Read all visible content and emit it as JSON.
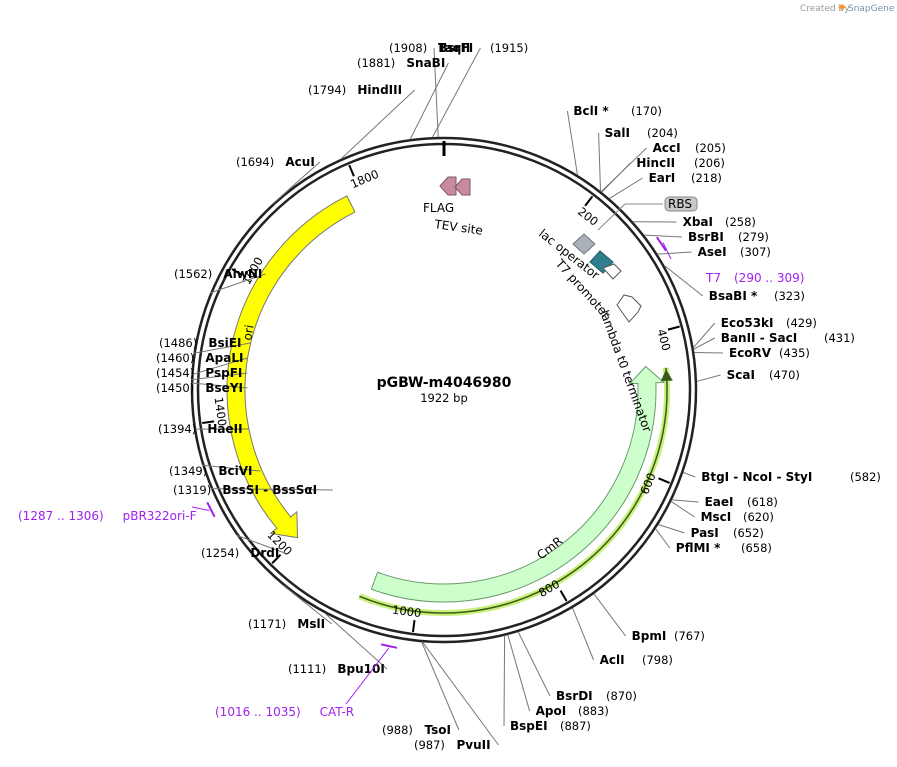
{
  "credit": {
    "prefix": "Created by",
    "brand": "SnapGene"
  },
  "plasmid": {
    "name": "pGBW-m4046980",
    "length_label": "1922 bp",
    "length": 1922
  },
  "ticks": [
    "200",
    "400",
    "600",
    "800",
    "1000",
    "1200",
    "1400",
    "1600",
    "1800"
  ],
  "sites": [
    {
      "name": "TaqII",
      "pos": "(1915)"
    },
    {
      "name": "BsrFI",
      "pos": "(1908)"
    },
    {
      "name": "SnaBI",
      "pos": "(1881)"
    },
    {
      "name": "HindIII",
      "pos": "(1794)"
    },
    {
      "name": "AcuI",
      "pos": "(1694)"
    },
    {
      "name": "AlwNI",
      "pos": "(1562)"
    },
    {
      "name": "BsiEI",
      "pos": "(1486)"
    },
    {
      "name": "ApaLI",
      "pos": "(1460)"
    },
    {
      "name": "PspFI",
      "pos": "(1454)"
    },
    {
      "name": "BseYI",
      "pos": "(1450)"
    },
    {
      "name": "HaeII",
      "pos": "(1394)"
    },
    {
      "name": "BciVI",
      "pos": "(1349)"
    },
    {
      "name": "BssSI - BssSαI",
      "pos": "(1319)"
    },
    {
      "name": "DrdI",
      "pos": "(1254)"
    },
    {
      "name": "MslI",
      "pos": "(1171)"
    },
    {
      "name": "Bpu10I",
      "pos": "(1111)"
    },
    {
      "name": "TsoI",
      "pos": "(988)"
    },
    {
      "name": "PvuII",
      "pos": "(987)"
    },
    {
      "name": "BspEI",
      "pos": "(887)"
    },
    {
      "name": "ApoI",
      "pos": "(883)"
    },
    {
      "name": "BsrDI",
      "pos": "(870)"
    },
    {
      "name": "AclI",
      "pos": "(798)"
    },
    {
      "name": "BpmI",
      "pos": "(767)"
    },
    {
      "name": "PflMI *",
      "pos": "(658)"
    },
    {
      "name": "PasI",
      "pos": "(652)"
    },
    {
      "name": "MscI",
      "pos": "(620)"
    },
    {
      "name": "EaeI",
      "pos": "(618)"
    },
    {
      "name": "BtgI - NcoI - StyI",
      "pos": "(582)"
    },
    {
      "name": "ScaI",
      "pos": "(470)"
    },
    {
      "name": "EcoRV",
      "pos": "(435)"
    },
    {
      "name": "BanII - SacI",
      "pos": "(431)"
    },
    {
      "name": "Eco53kI",
      "pos": "(429)"
    },
    {
      "name": "BsaBI *",
      "pos": "(323)"
    },
    {
      "name": "AseI",
      "pos": "(307)"
    },
    {
      "name": "BsrBI",
      "pos": "(279)"
    },
    {
      "name": "XbaI",
      "pos": "(258)"
    },
    {
      "name": "EarI",
      "pos": "(218)"
    },
    {
      "name": "HincII",
      "pos": "(206)"
    },
    {
      "name": "AccI",
      "pos": "(205)"
    },
    {
      "name": "SalI",
      "pos": "(204)"
    },
    {
      "name": "BclI *",
      "pos": "(170)"
    }
  ],
  "primers": [
    {
      "range": "(290 .. 309)",
      "name": "T7"
    },
    {
      "range": "(1287 .. 1306)",
      "name": "pBR322ori-F"
    },
    {
      "range": "(1016 .. 1035)",
      "name": "CAT-R"
    }
  ],
  "features": {
    "flag": "FLAG",
    "tev": "TEV site",
    "rbs": "RBS",
    "lac_operator": "lac operator",
    "t7_promoter": "T7 promoter",
    "lambda": "lambda t0 terminator",
    "ori": "ori",
    "cmr": "CmR"
  },
  "colors": {
    "ori": "#ffff00",
    "cmr": "#ccffcc",
    "cmr_stroke": "#6a9a6a",
    "primer": "#a020f0",
    "flag": "#c9899e",
    "lac_operator": "#a9b0b8",
    "t7_promoter": "#2f7f8f",
    "rbs": "#c8c8c8",
    "orf_glow": "#c8f07a",
    "orf_line": "#3a5a1a"
  }
}
